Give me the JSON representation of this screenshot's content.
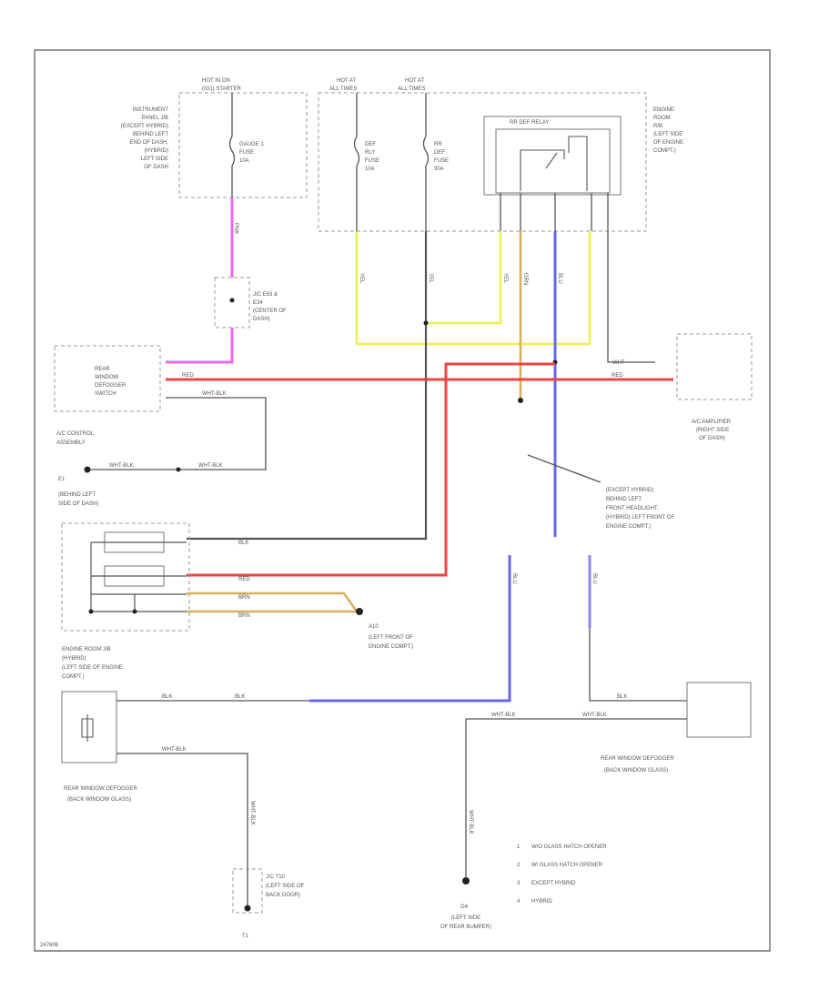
{
  "labels": {
    "hot_acc_top": "HOT IN ON",
    "hot_acc_bot": "(IG1) STARTER",
    "hot_at1_top": "HOT AT",
    "hot_at1_bot": "ALL TIMES",
    "hot_at2_top": "HOT AT",
    "hot_at2_bot": "ALL TIMES",
    "ip_jb": [
      "INSTRUMENT",
      "PANEL J/B",
      "(EXCEPT HYBRID)",
      "BEHIND LEFT",
      "END OF DASH,",
      "(HYBRID)",
      "LEFT SIDE",
      "OF DASH"
    ],
    "gauge_fuse": [
      "GAUGE 1",
      "FUSE",
      "10A"
    ],
    "def_rly_fuse": [
      "DEF",
      "RLY",
      "FUSE",
      "10A"
    ],
    "rr_def_fuse": [
      "RR",
      "DEF",
      "FUSE",
      "30A"
    ],
    "rr_def_relay": "RR DEF RELAY",
    "engine_rb": [
      "ENGINE",
      "ROOM",
      "R/B",
      "(LEFT SIDE",
      "OF ENGINE",
      "COMPT.)"
    ],
    "jc_e3": [
      "J/C E63 &",
      "E34",
      "(CENTER OF",
      "DASH)"
    ],
    "rear_def_sw": [
      "REAR",
      "WINDOW",
      "DEFOGGER",
      "SWITCH"
    ],
    "ac_control": [
      "A/C CONTROL",
      "ASSEMBLY"
    ],
    "e1": "E1",
    "e1_loc": [
      "(BEHIND LEFT",
      "SIDE OF DASH)"
    ],
    "ac_amp": [
      "A/C AMPLIFIER",
      "(RIGHT SIDE",
      "OF DASH)"
    ],
    "except_hybrid_note": [
      "(EXCEPT HYBRID)",
      "BEHIND LEFT",
      "FRONT HEADLIGHT,",
      "(HYBRID) LEFT FRONT OF",
      "ENGINE COMPT.)"
    ],
    "a10": "A10",
    "a10_loc": [
      "(LEFT FRONT OF",
      "ENGINE COMPT.)"
    ],
    "engine_jb": [
      "ENGINE ROOM J/B",
      "(HYBRID)",
      "(LEFT SIDE OF ENGINE",
      "COMPT.)"
    ],
    "rear_def_left": [
      "REAR WINDOW DEFOGGER",
      "(BACK WINDOW GLASS)"
    ],
    "rear_def_right": [
      "REAR WINDOW DEFOGGER",
      "(BACK WINDOW GLASS)"
    ],
    "jc_t10": [
      "J/C T10",
      "(LEFT SIDE OF",
      "BACK DOOR)"
    ],
    "t1": "T1",
    "g4": "G4",
    "g4_loc": [
      "(LEFT SIDE",
      "OF REAR BUMPER)"
    ],
    "notes": [
      {
        "num": "1",
        "text": "W/O GLASS HATCH OPENER"
      },
      {
        "num": "2",
        "text": "W/ GLASS HATCH OPENER"
      },
      {
        "num": "3",
        "text": "EXCEPT HYBRID"
      },
      {
        "num": "4",
        "text": "HYBRID"
      }
    ],
    "footer_code": "247608"
  },
  "wire_labels": {
    "pnk": "PNK",
    "yel1": "YEL",
    "yel2": "YEL",
    "yel3": "YEL",
    "grn": "GRN",
    "blu1": "BLU",
    "wht1": "WHT",
    "red1": "RED",
    "red2": "RED",
    "wht_blk1": "WHT-BLK",
    "wht_blk2": "WHT-BLK",
    "wht_blk3": "WHT-BLK",
    "blk1": "BLK",
    "red3": "RED",
    "brn1": "BRN",
    "brn2": "BRN",
    "blk2": "BLK",
    "blk3": "BLK",
    "blu2": "BLU",
    "blu3": "BLU",
    "wht_blk4": "WHT-BLK",
    "wht_blk5": "WHT-BLK",
    "wht_blk6": "WHT-BLK",
    "blk4": "BLK",
    "wht_blk7": "WHT-BLK"
  },
  "colors": {
    "pink": "#ee66ee",
    "yellow": "#eeee55",
    "red": "#ee4444",
    "tan": "#d8b060",
    "blue": "#6666ee",
    "gray": "#555555",
    "black": "#222222",
    "lightblue": "#8888ee"
  }
}
